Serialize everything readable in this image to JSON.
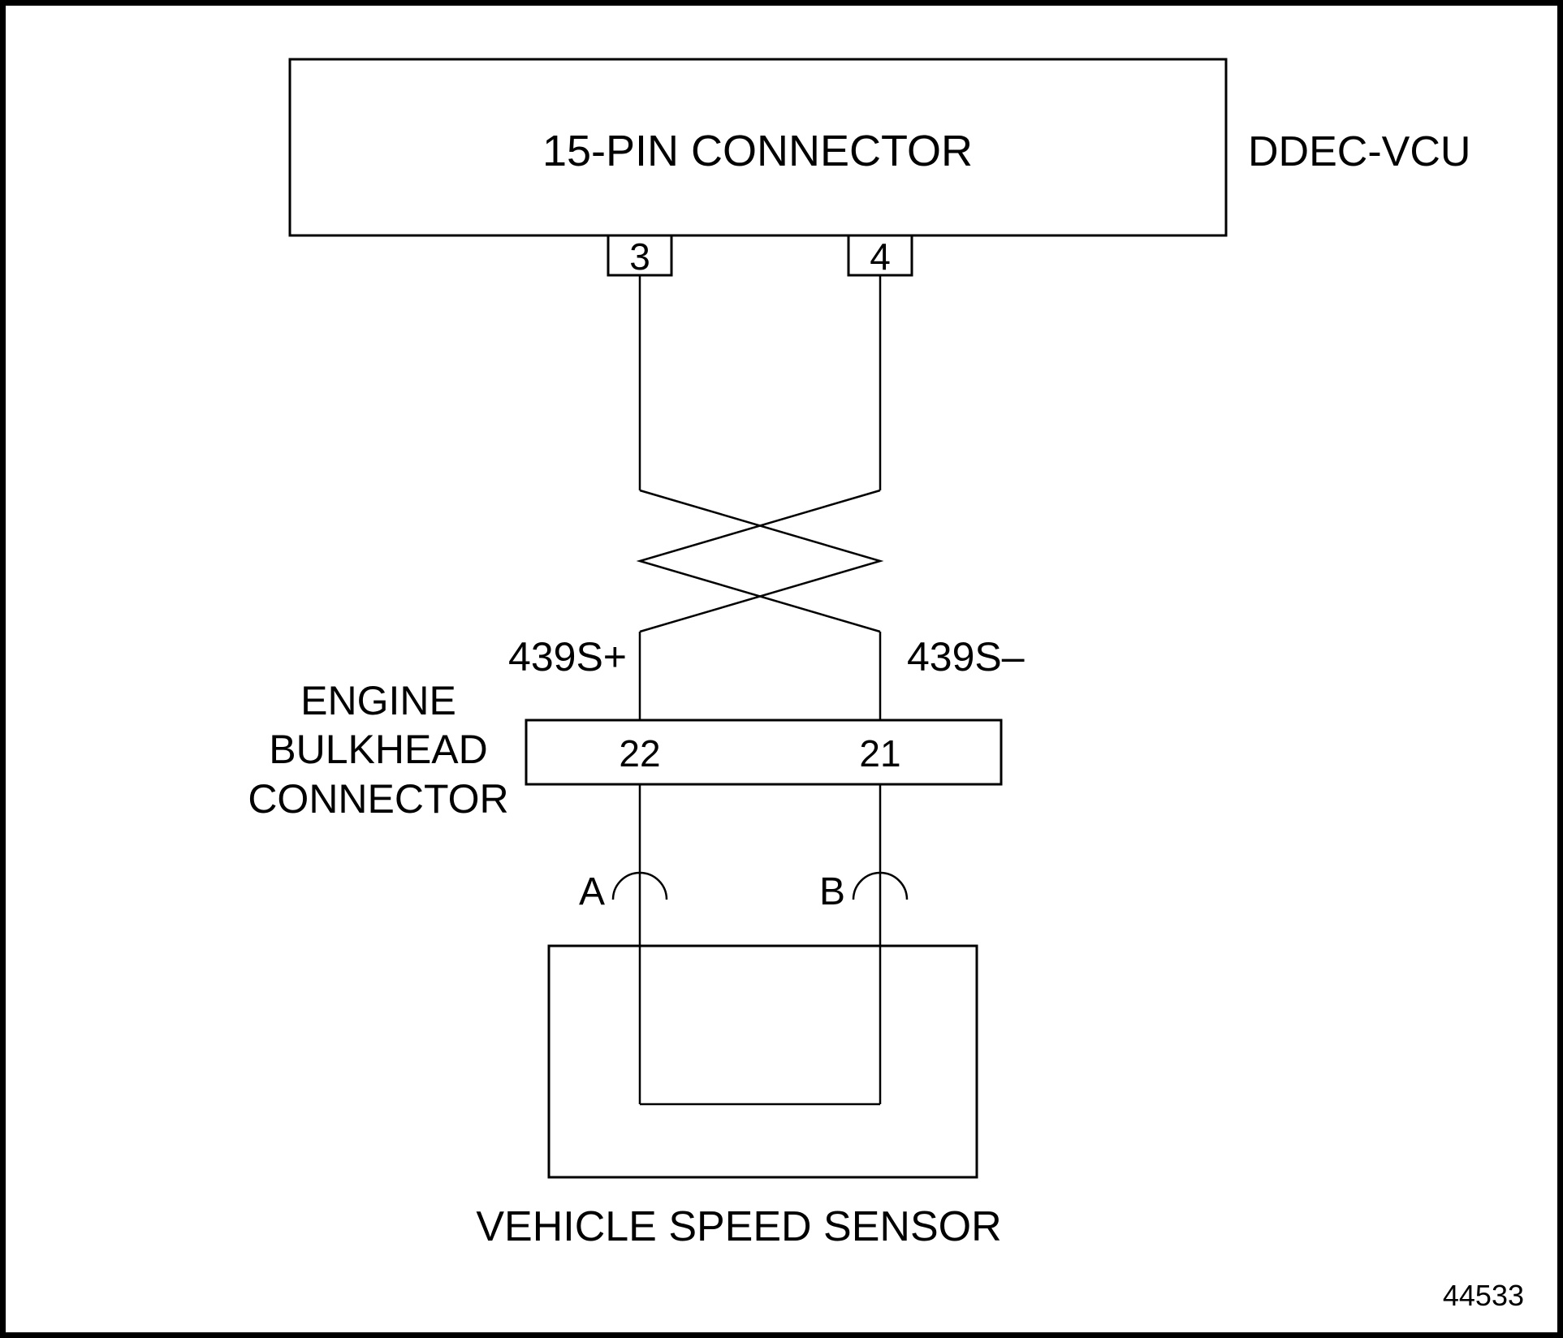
{
  "diagram": {
    "title_box_label": "15-PIN CONNECTOR",
    "device_label": "DDEC-VCU",
    "pins": {
      "pin3": "3",
      "pin4": "4"
    },
    "signals": {
      "plus": "439S+",
      "minus": "439S–"
    },
    "bulkhead": {
      "label_lines": [
        "ENGINE",
        "BULKHEAD",
        "CONNECTOR"
      ],
      "pin22": "22",
      "pin21": "21"
    },
    "sensor_pins": {
      "a": "A",
      "b": "B"
    },
    "sensor_label": "VEHICLE SPEED SENSOR",
    "figure_number": "44533",
    "colors": {
      "line": "#000000",
      "background": "#ffffff"
    }
  }
}
